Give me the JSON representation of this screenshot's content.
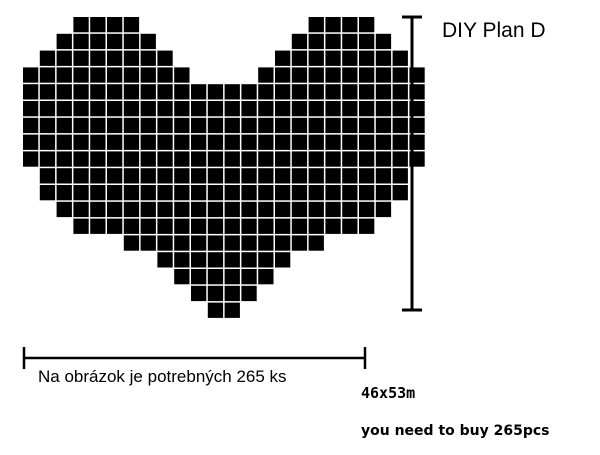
{
  "title": "DIY Plan D",
  "note_sk": "Na obrázok je potrebných 265 ks",
  "dimensions": "46x53m",
  "note_en": "you need to buy 265pcs",
  "colors": {
    "tile": "#000000",
    "background": "#ffffff",
    "rule": "#000000"
  },
  "heart_rows": [
    "...####..........####...",
    "..######........######..",
    ".########......########.",
    "##########....##########",
    "########################",
    "########################",
    "########################",
    "########################",
    "########################",
    ".######################.",
    ".######################.",
    "..####################..",
    "...##################...",
    "......############......",
    "........########........",
    ".........######.........",
    "..........####..........",
    "...........##..........."
  ]
}
